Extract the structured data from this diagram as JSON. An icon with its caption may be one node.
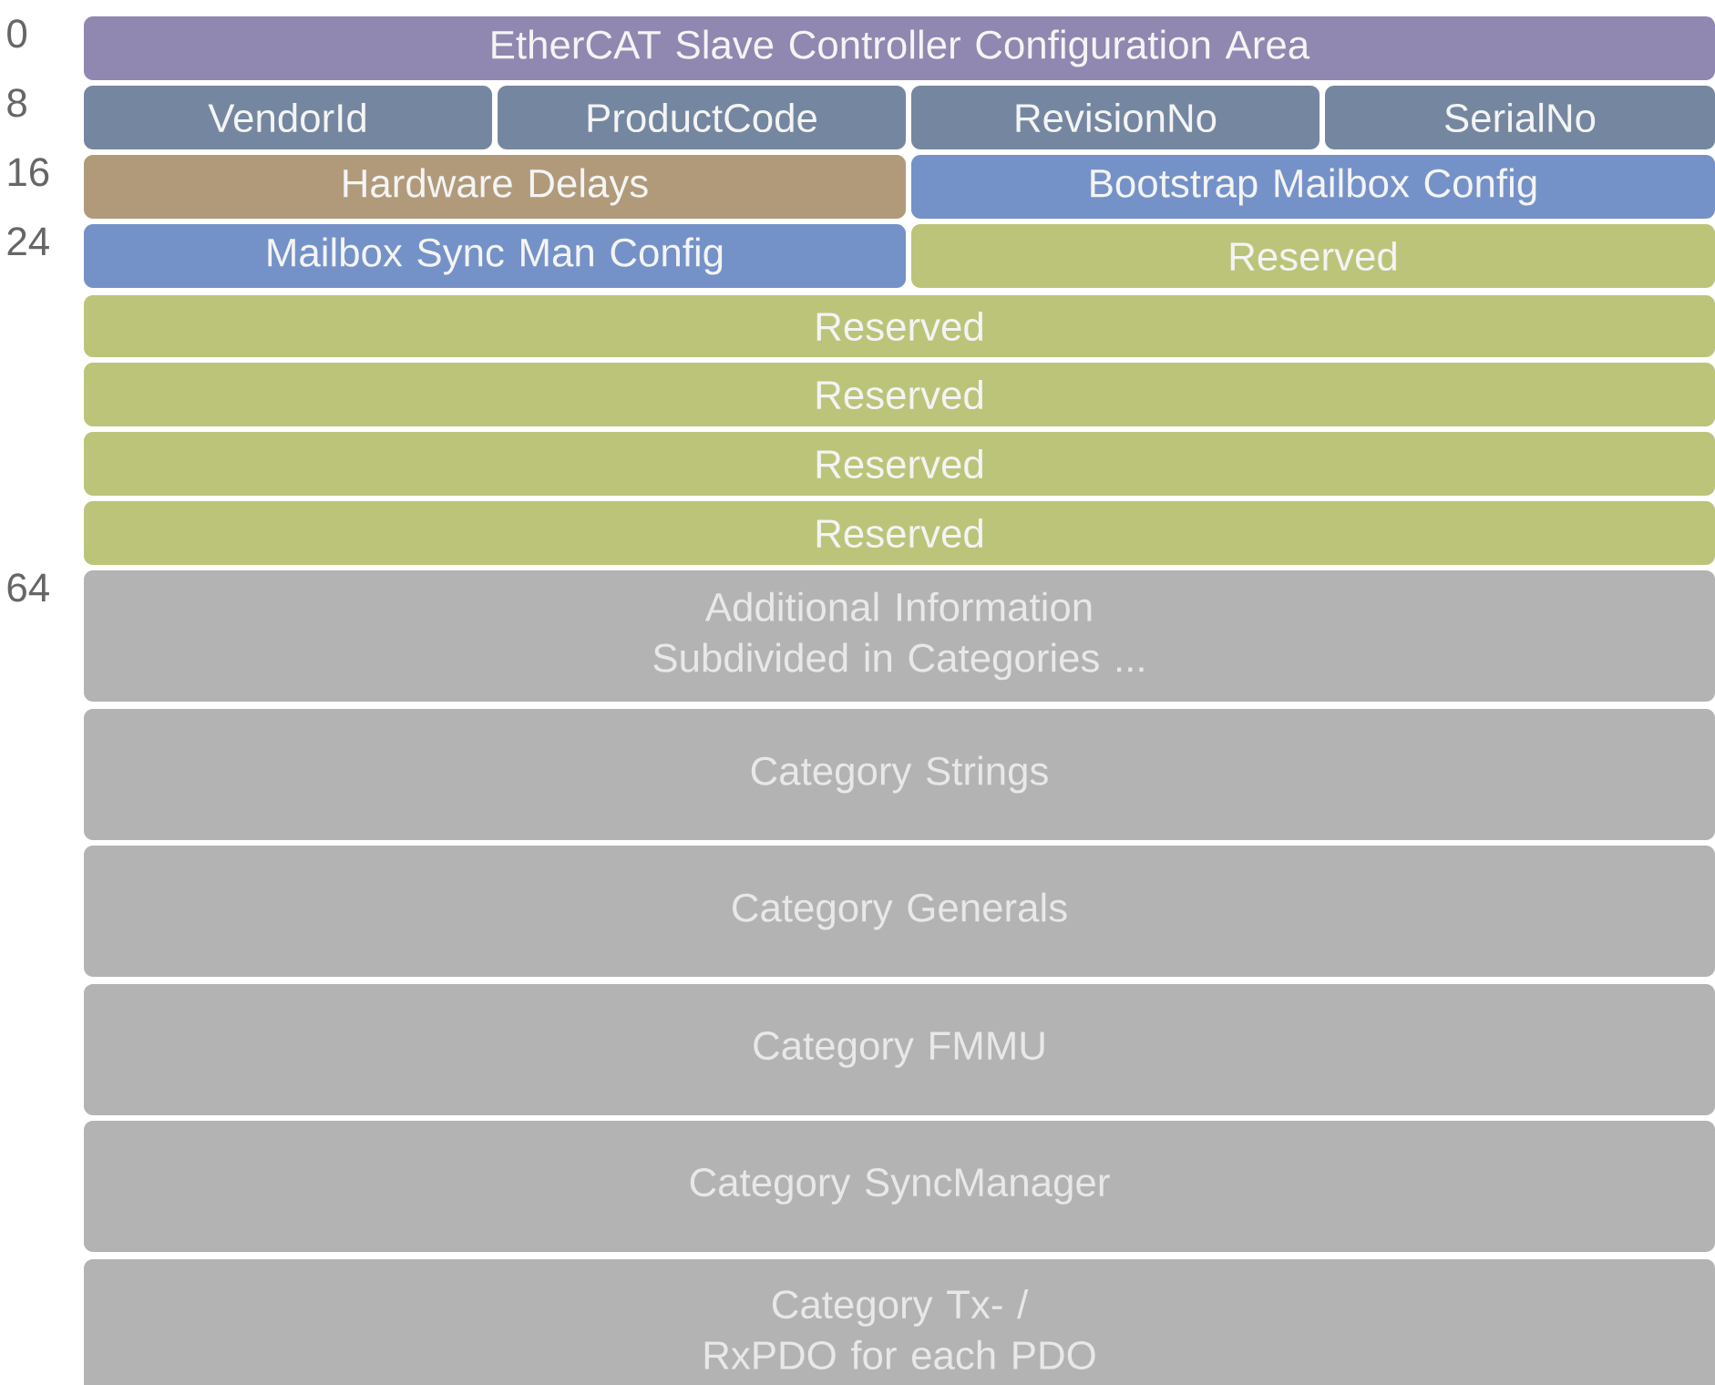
{
  "diagram": {
    "nodes": [
      {
        "text": [
          "EtherCAT Slave Controller Configuration Area"
        ]
      },
      {
        "text": [
          "VendorId"
        ]
      },
      {
        "text": [
          "ProductCode"
        ]
      },
      {
        "text": [
          "RevisionNo"
        ]
      },
      {
        "text": [
          "SerialNo"
        ]
      },
      {
        "text": [
          "Hardware Delays"
        ]
      },
      {
        "text": [
          "Bootstrap Mailbox Config"
        ]
      },
      {
        "text": [
          "Mailbox Sync Man Config"
        ]
      },
      {
        "text": [
          "Reserved"
        ]
      },
      {
        "text": [
          "Reserved"
        ]
      },
      {
        "text": [
          "Reserved"
        ]
      },
      {
        "text": [
          "Reserved"
        ]
      },
      {
        "text": [
          "Reserved"
        ]
      },
      {
        "text": [
          "Additional Information Subdivided in Categories ..."
        ]
      },
      {
        "text": [
          "Category Strings"
        ]
      },
      {
        "text": [
          "Category Generals"
        ]
      },
      {
        "text": [
          "Category FMMU"
        ]
      },
      {
        "text": [
          "Category SyncManager"
        ]
      },
      {
        "text": [
          "Category Tx- / RxPDO for each PDO"
        ]
      }
    ],
    "labels": [
      "0",
      "8",
      "16",
      "24",
      "64"
    ]
  }
}
